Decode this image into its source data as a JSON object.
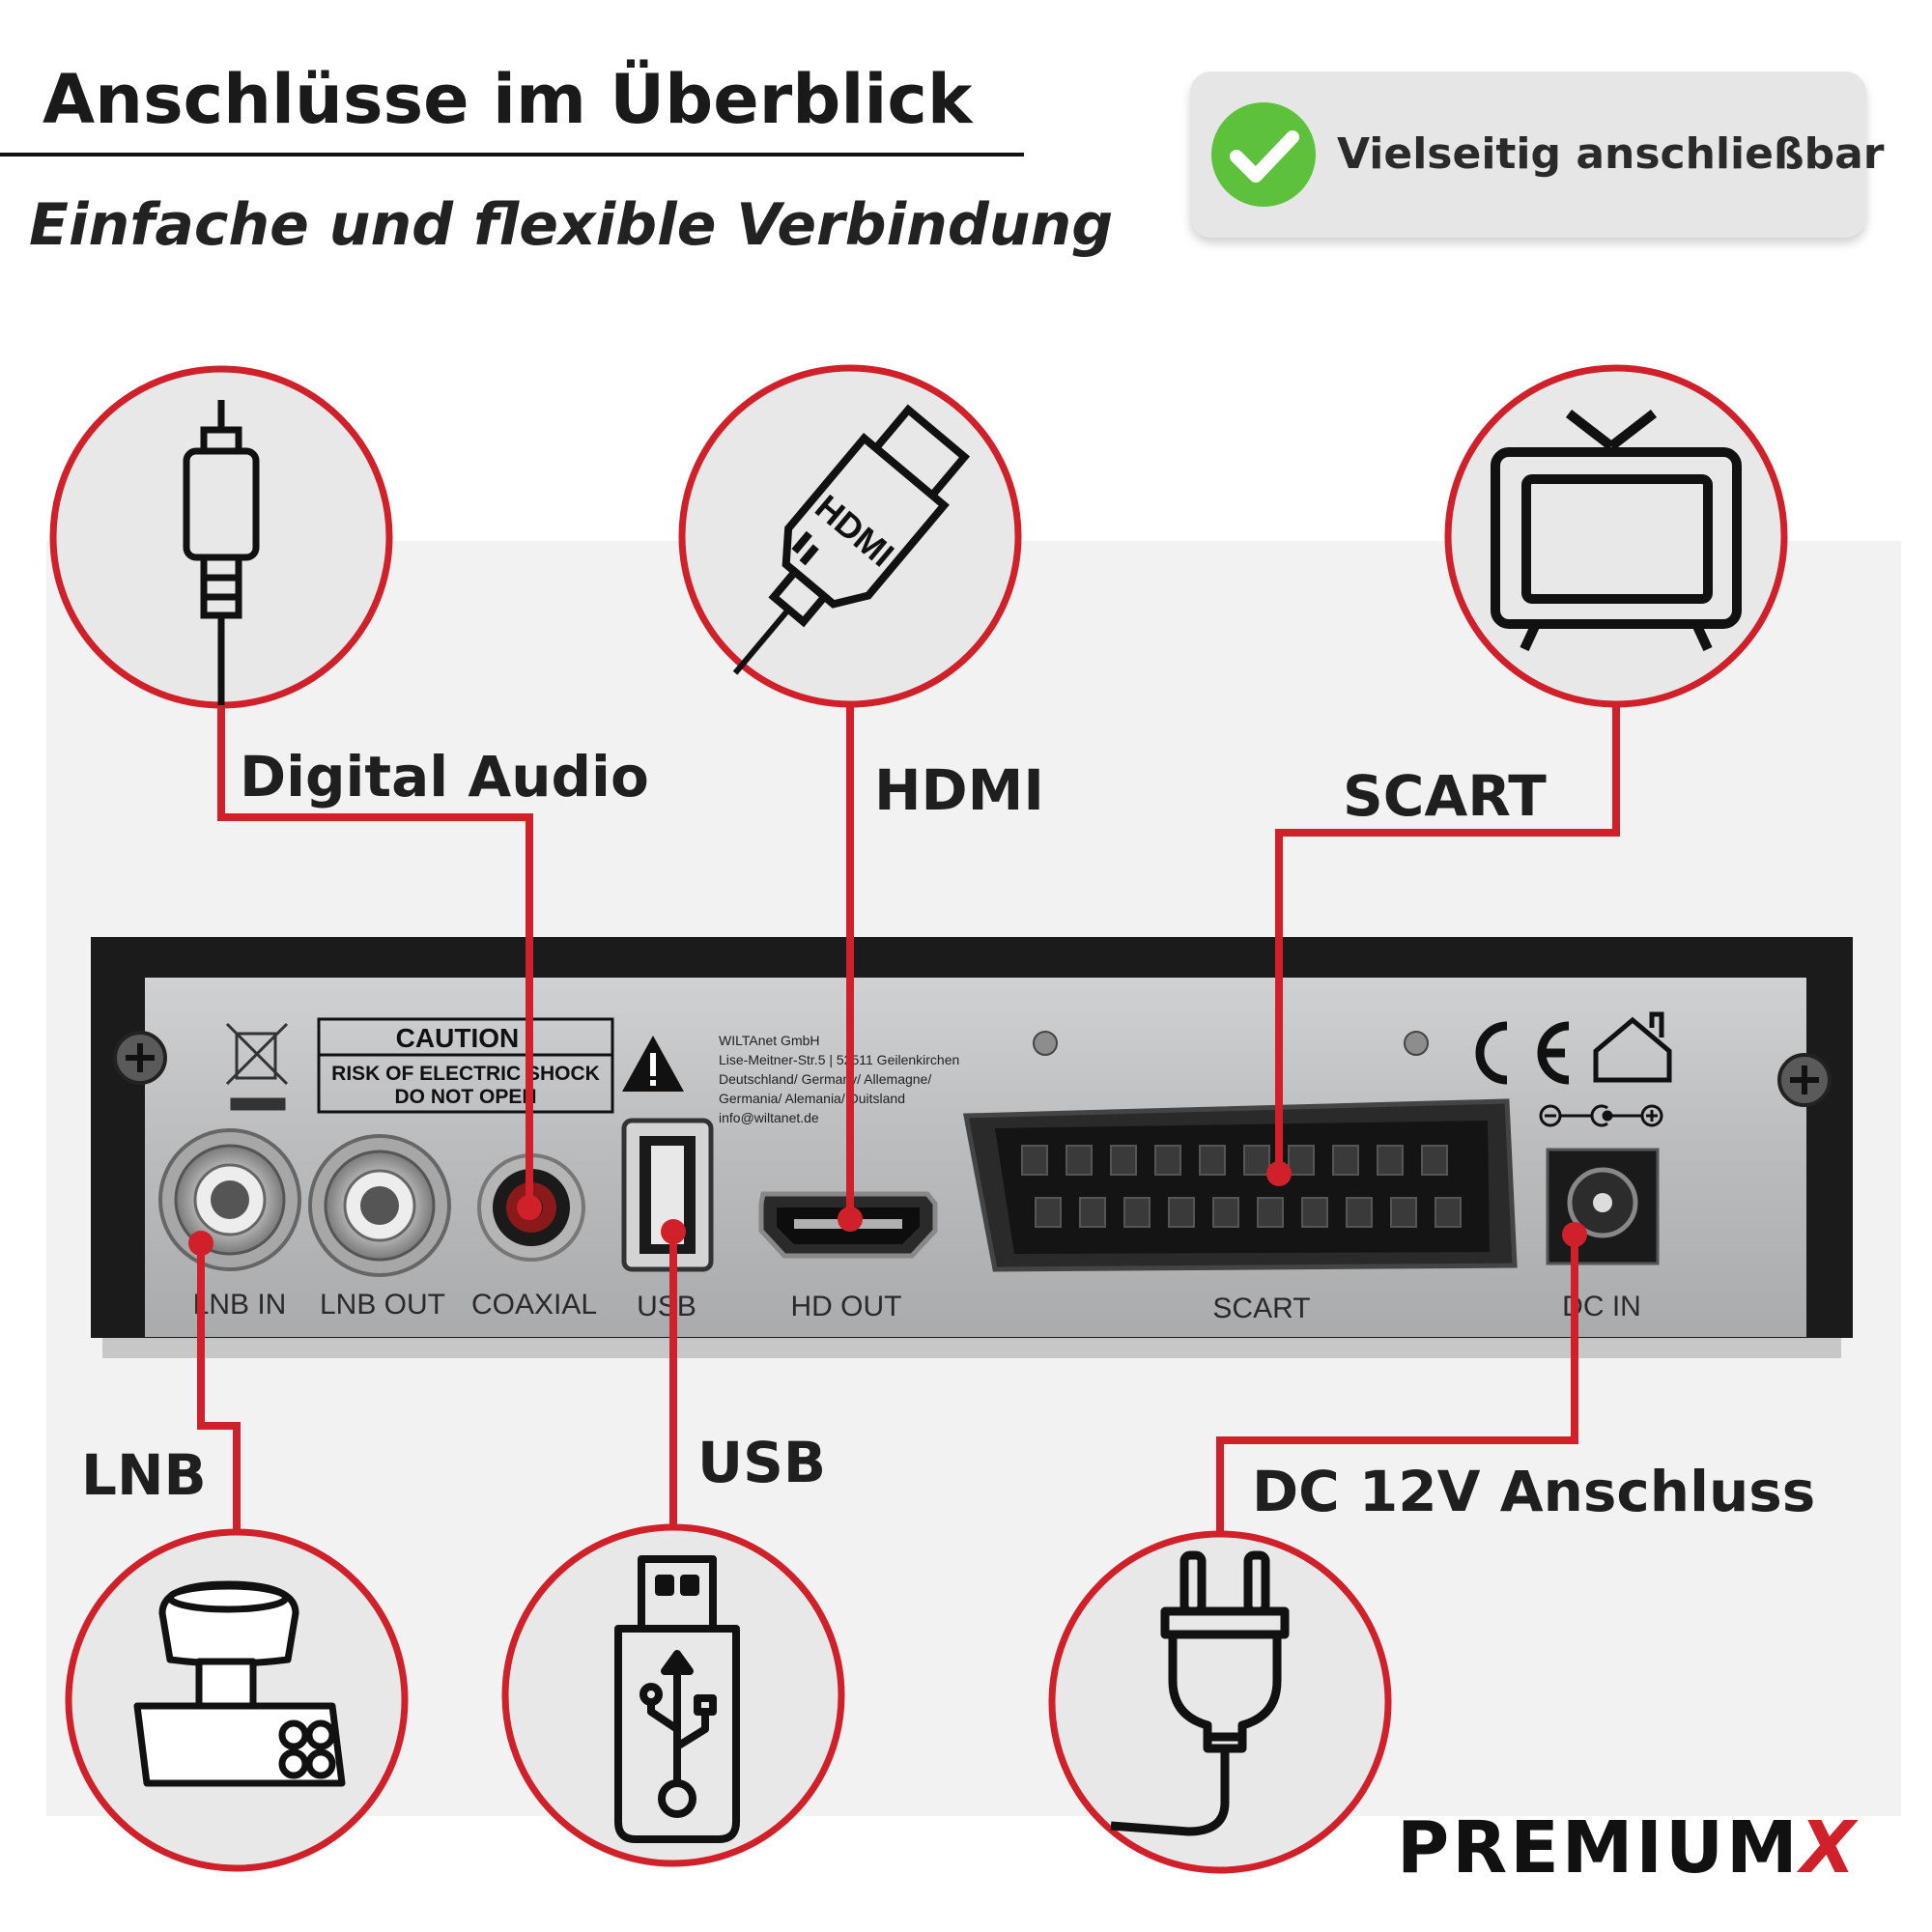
{
  "header": {
    "title": "Anschlüsse im Überblick",
    "subtitle": "Einfache und flexible Verbindung"
  },
  "badge": {
    "label": "Vielseitig anschließbar",
    "icon": "check-icon"
  },
  "callouts": {
    "digital_audio": "Digital Audio",
    "hdmi": "HDMI",
    "scart": "SCART",
    "lnb": "LNB",
    "usb": "USB",
    "dc": "DC 12V Anschluss"
  },
  "device": {
    "caution_title": "CAUTION !",
    "caution_line1": "RISK OF ELECTRIC SHOCK",
    "caution_line2": "DO NOT OPEN",
    "address": [
      "WILTAnet GmbH",
      "Lise-Meitner-Str.5 | 52511 Geilenkirchen",
      "Deutschland/ Germany/ Allemagne/",
      "Germania/ Alemania/ Duitsland",
      "info@wiltanet.de"
    ],
    "ports": {
      "lnb_in": "LNB IN",
      "lnb_out": "LNB OUT",
      "coaxial": "COAXIAL",
      "usb": "USB",
      "hd_out": "HD OUT",
      "scart": "SCART",
      "dc_in": "DC IN"
    }
  },
  "brand": {
    "name": "PREMIUM",
    "suffix": "X"
  },
  "colors": {
    "accent_red": "#d0202a",
    "badge_green": "#5dc13c",
    "text_dark": "#1f1f1f"
  }
}
